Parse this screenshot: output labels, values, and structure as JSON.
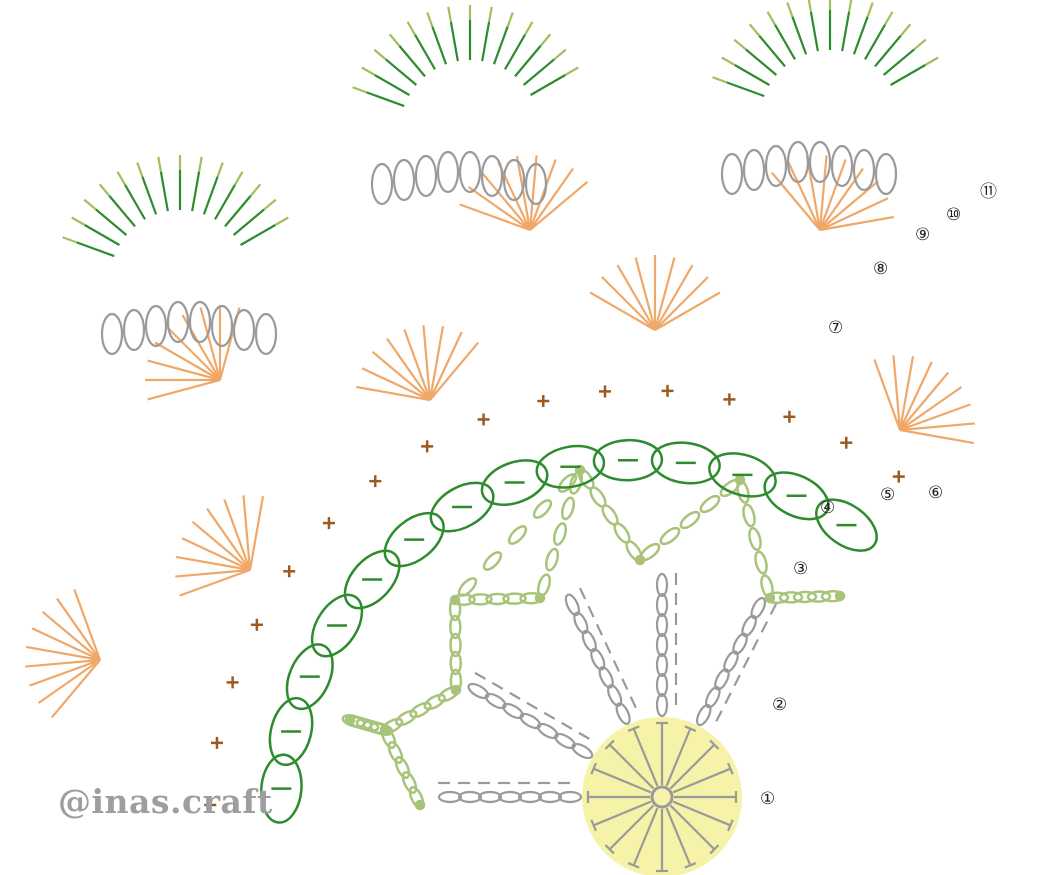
{
  "watermark": "@inas.craft",
  "round_labels": [
    "①",
    "②",
    "③",
    "④",
    "⑤",
    "⑥",
    "⑦",
    "⑧",
    "⑨",
    "⑩",
    "⑪"
  ],
  "colors": {
    "center_fill": "#f6f3a8",
    "gray": "#9a9a9a",
    "light_green": "#a8c47a",
    "dark_green": "#2e8b2e",
    "orange": "#f0a868",
    "brown": "#9a5a22",
    "olive": "#9fc05a"
  },
  "icons": [
    "stitch-chain-icon",
    "stitch-double-crochet-icon",
    "stitch-single-crochet-icon",
    "stitch-picot-icon",
    "magic-ring-icon"
  ]
}
